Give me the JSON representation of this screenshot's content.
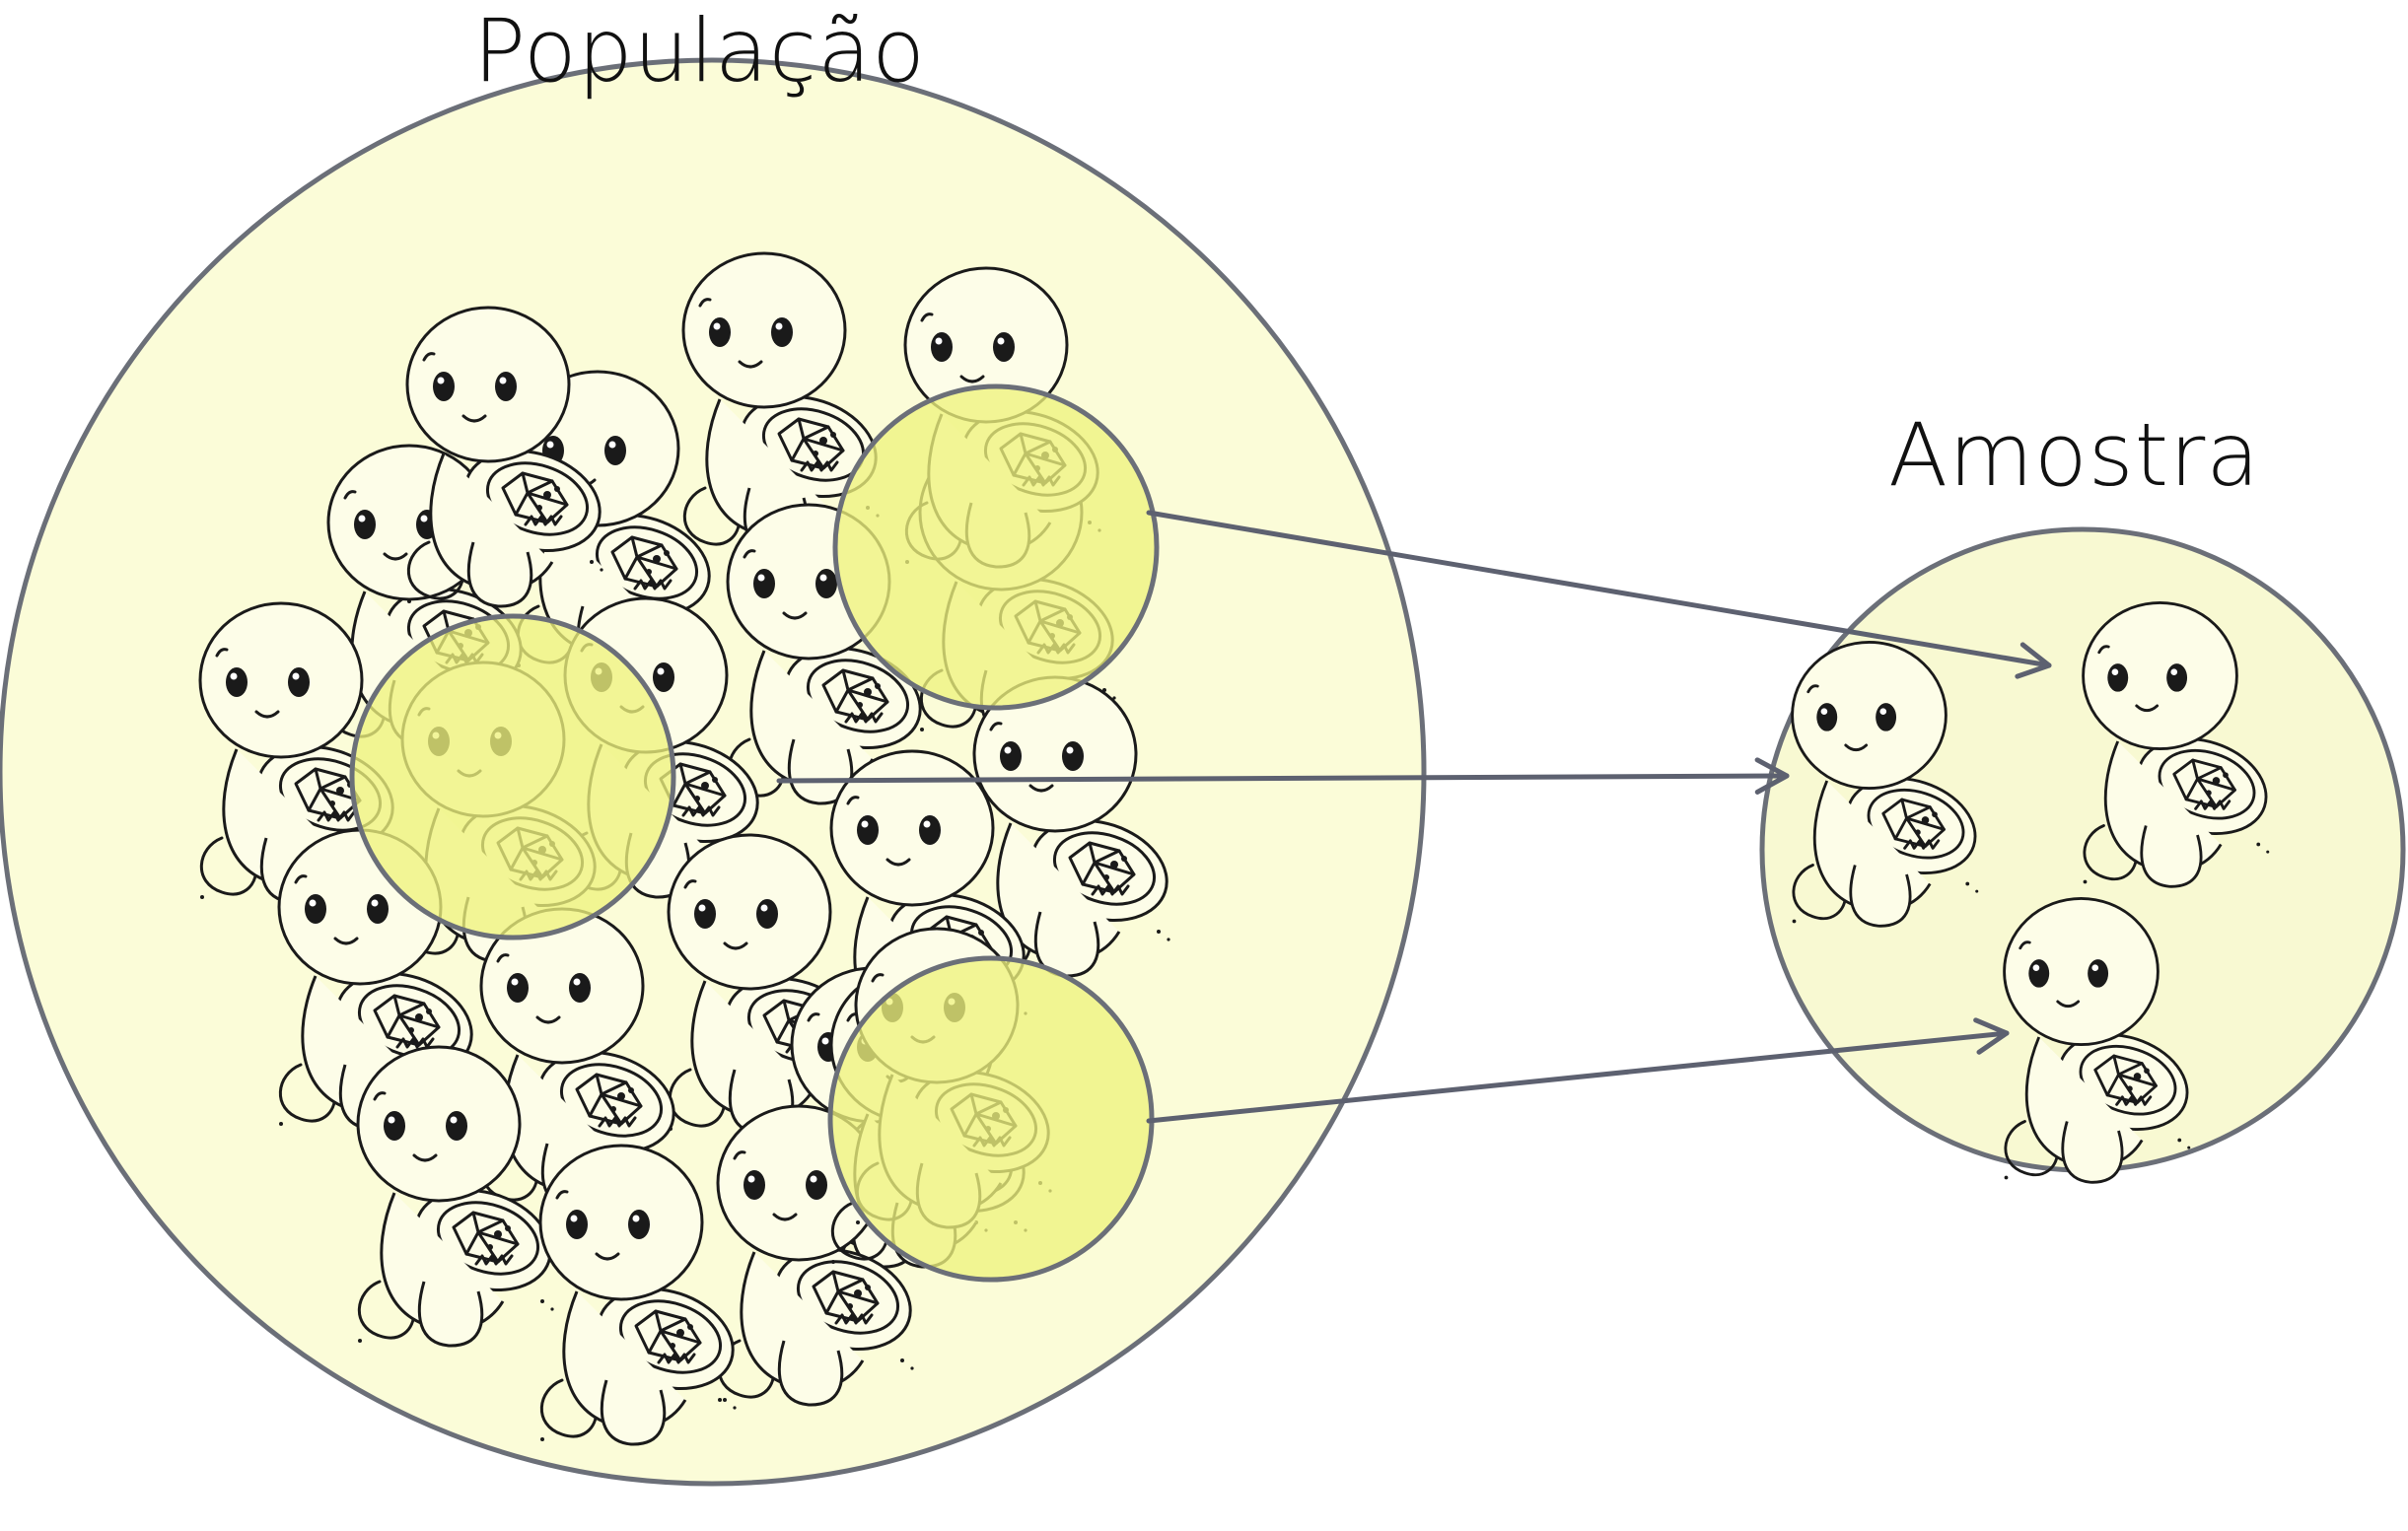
{
  "labels": {
    "population": "População",
    "sample": "Amostra"
  },
  "colors": {
    "population_fill": "#fbfcd8",
    "sample_fill": "#f8f9d2",
    "highlight_fill": "#eef27e",
    "circle_stroke": "#6b6f78",
    "arrow_stroke": "#5d6170",
    "turtle_line": "#1a1a1a",
    "turtle_fill": "#fdfde8"
  },
  "icons": {
    "item": "turtle-icon"
  },
  "population": {
    "count": 21,
    "highlighted": 3
  },
  "sample": {
    "count": 3
  }
}
